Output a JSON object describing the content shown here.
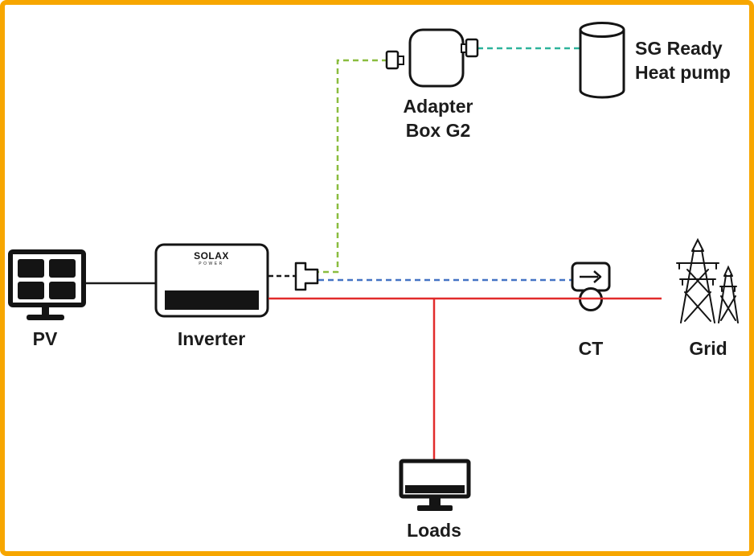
{
  "diagram": {
    "labels": {
      "pv": "PV",
      "inverter": "Inverter",
      "inverter_brand": "SOLAX",
      "inverter_brand_sub": "POWER",
      "adapter_line1": "Adapter",
      "adapter_line2": "Box G2",
      "heat_pump_line1": "SG Ready",
      "heat_pump_line2": "Heat pump",
      "ct": "CT",
      "grid": "Grid",
      "loads": "Loads"
    },
    "colors": {
      "frame": "#F7A600",
      "green": "#8ABD3F",
      "teal": "#2DB39B",
      "blue": "#4473C5",
      "red": "#E12B2B",
      "ink": "#1A1A1A"
    }
  }
}
